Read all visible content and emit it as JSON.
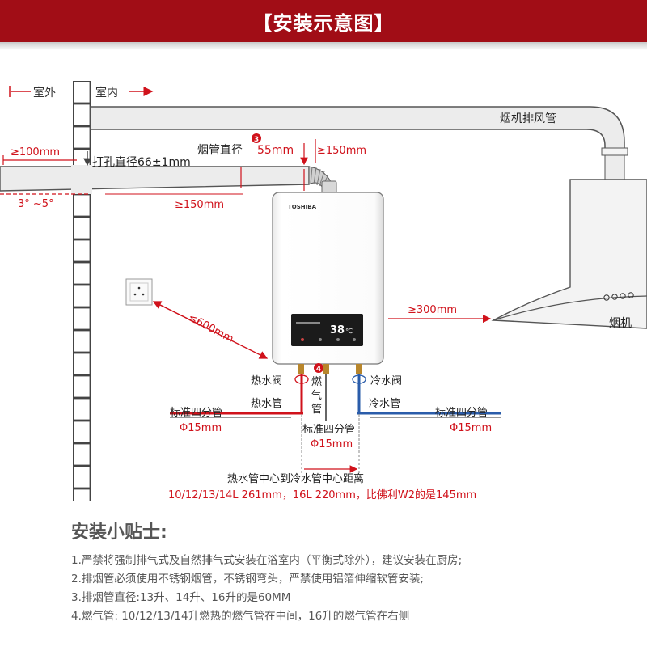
{
  "header": {
    "title": "【安装示意图】"
  },
  "diagram": {
    "outdoor_label": "室外",
    "indoor_label": "室内",
    "hood_exhaust_pipe_label": "烟机排风管",
    "outdoor_min_label": "≥100mm",
    "hole_label": "打孔直径66±1mm",
    "flue_dia_label": "烟管直径",
    "flue_dia_marker": "3",
    "flue_dia_value": "55mm",
    "top_clear_label": "≥150mm",
    "slope_label": "3° ~5°",
    "side_clear_label": "≥150mm",
    "brand": "TOSHIBA",
    "display_value": "38",
    "socket_dist_label": "≤600mm",
    "hood_dist_label": "≥300mm",
    "hood_label": "烟机",
    "hot_valve_label": "热水阀",
    "gas_marker": "4",
    "gas_label": "燃\n气\n管",
    "cold_valve_label": "冷水阀",
    "hot_pipe_label": "热水管",
    "cold_pipe_label": "冷水管",
    "left_std_label": "标准四分管",
    "left_std_dia": "Φ15mm",
    "right_std_label": "标准四分管",
    "right_std_dia": "Φ15mm",
    "center_std_label": "标准四分管",
    "center_std_dia": "Φ15mm",
    "center_distance_label": "热水管中心到冷水管中心距离",
    "center_distance_values": "10/12/13/14L  261mm，16L  220mm，比佛利W2的是145mm"
  },
  "tips": {
    "title": "安装小贴士:",
    "items": [
      "1.严禁将强制排气式及自然排气式安装在浴室内（平衡式除外），建议安装在厨房;",
      "2.排烟管必须使用不锈钢烟管，不锈钢弯头，严禁使用铝箔伸缩软管安装;",
      "3.排烟管直径:13升、14升、16升的是60MM",
      "4.燃气管: 10/12/13/14升燃热的燃气管在中间，16升的燃气管在右侧"
    ]
  },
  "colors": {
    "banner": "#a10d16",
    "accent": "#d0121b",
    "pipe_blue": "#2a5caa"
  }
}
